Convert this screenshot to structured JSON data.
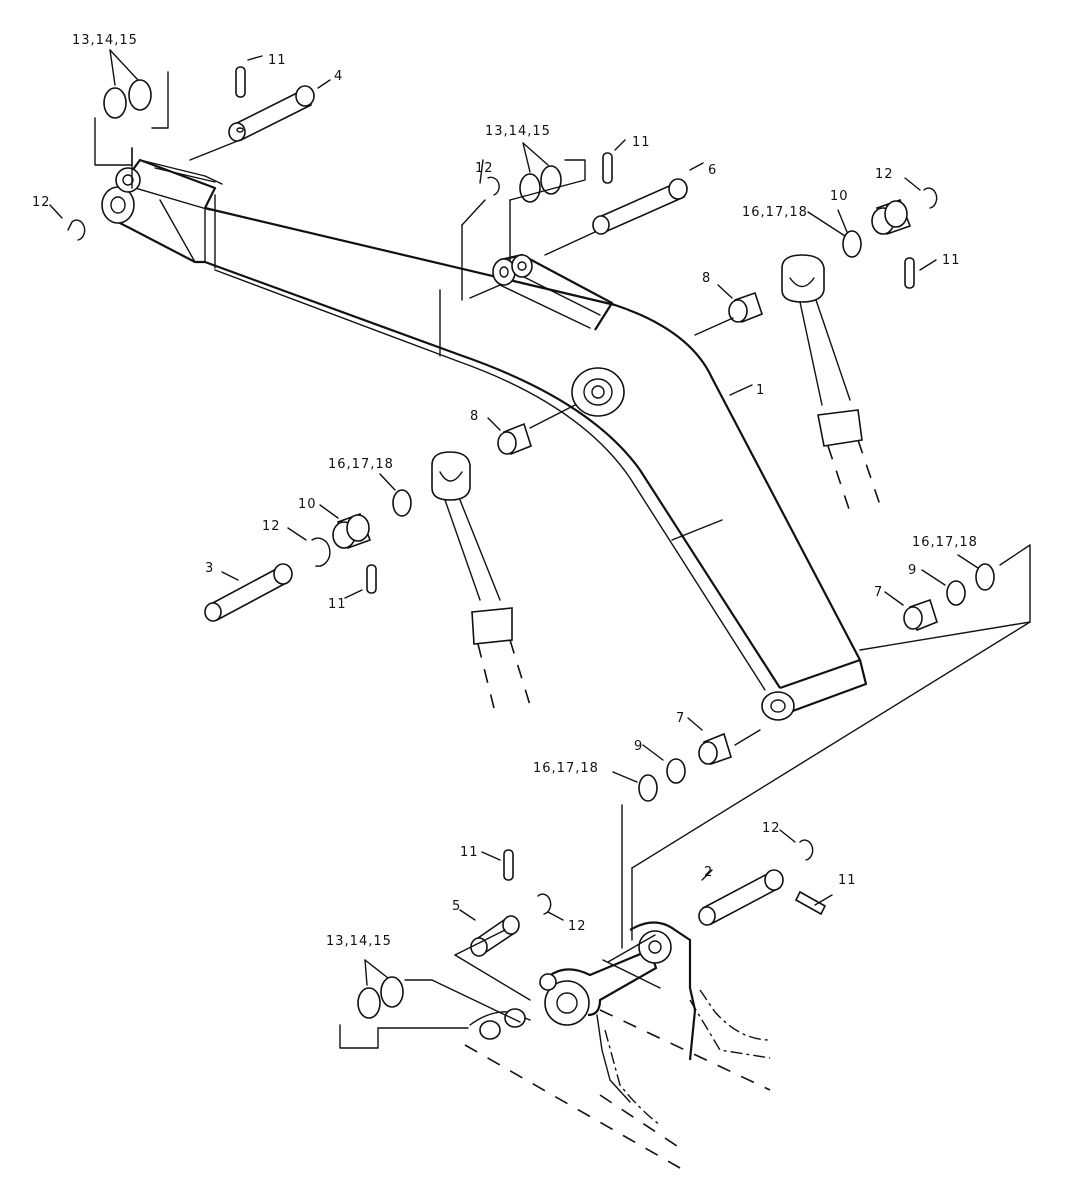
{
  "labels": {
    "l_131415_a": "13,14,15",
    "l_131415_b": "13,14,15",
    "l_131415_c": "13,14,15",
    "l_161718_a": "16,17,18",
    "l_161718_b": "16,17,18",
    "l_161718_c": "16,17,18",
    "l_161718_d": "16,17,18",
    "l_1": "1",
    "l_2": "2",
    "l_3": "3",
    "l_4": "4",
    "l_5": "5",
    "l_6": "6",
    "l_7a": "7",
    "l_7b": "7",
    "l_8a": "8",
    "l_8b": "8",
    "l_9a": "9",
    "l_9b": "9",
    "l_10a": "10",
    "l_10b": "10",
    "l_11a": "11",
    "l_11b": "11",
    "l_11c": "11",
    "l_11d": "11",
    "l_11e": "11",
    "l_11f": "11",
    "l_12a": "12",
    "l_12b": "12",
    "l_12c": "12",
    "l_12d": "12",
    "l_12e": "12",
    "l_12f": "12"
  }
}
